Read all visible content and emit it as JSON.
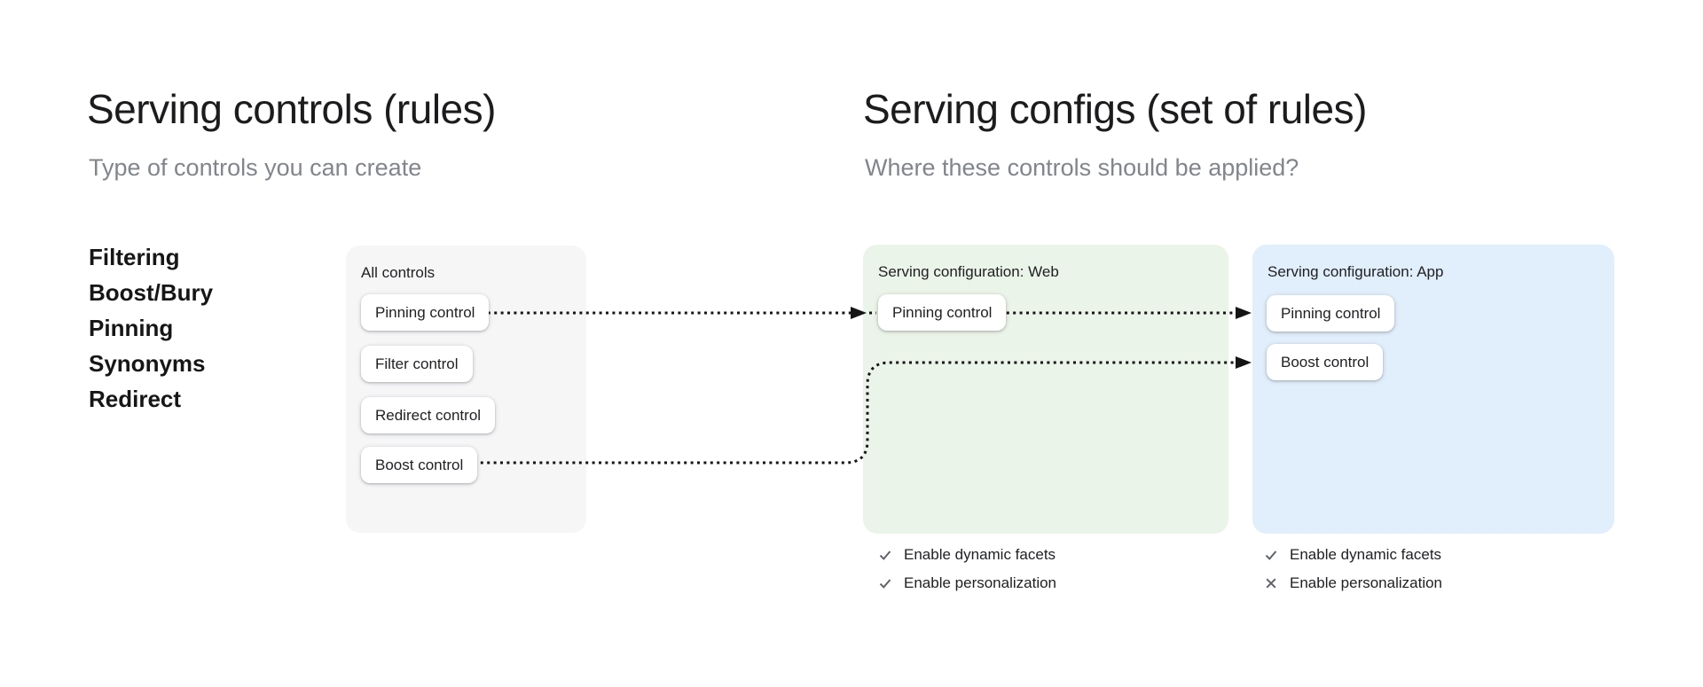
{
  "left_section": {
    "title": "Serving controls (rules)",
    "subtitle": "Type of controls you can create",
    "control_types": [
      "Filtering",
      "Boost/Bury",
      "Pinning",
      "Synonyms",
      "Redirect"
    ]
  },
  "right_section": {
    "title": "Serving configs (set of rules)",
    "subtitle": "Where these controls should be applied?"
  },
  "all_controls_card": {
    "label": "All controls",
    "controls": [
      "Pinning control",
      "Filter control",
      "Redirect control",
      "Boost control"
    ]
  },
  "web_config_card": {
    "label": "Serving configuration: Web",
    "controls": [
      "Pinning control"
    ],
    "features": [
      {
        "name": "Enable dynamic facets",
        "enabled": true,
        "icon": "check-icon"
      },
      {
        "name": "Enable personalization",
        "enabled": true,
        "icon": "check-icon"
      }
    ]
  },
  "app_config_card": {
    "label": "Serving configuration: App",
    "controls": [
      "Pinning control",
      "Boost control"
    ],
    "features": [
      {
        "name": "Enable dynamic facets",
        "enabled": true,
        "icon": "check-icon"
      },
      {
        "name": "Enable personalization",
        "enabled": false,
        "icon": "x-icon"
      }
    ]
  },
  "arrows": [
    {
      "from": "all-controls-pinning-control",
      "to": "web-pinning-control",
      "style": "dotted"
    },
    {
      "from": "web-pinning-control",
      "to": "app-pinning-control",
      "style": "dotted"
    },
    {
      "from": "all-controls-boost-control",
      "to": "app-boost-control",
      "style": "dotted"
    }
  ],
  "colors": {
    "all_controls_card_bg": "#f6f6f7",
    "web_card_bg": "#ebf4e8",
    "app_card_bg": "#e1eefb",
    "heading_text": "#1c1c1e",
    "subtitle_text": "#80868b",
    "arrow": "#141414",
    "feature_icon": "#5f6368",
    "chip_bg": "#ffffff"
  }
}
